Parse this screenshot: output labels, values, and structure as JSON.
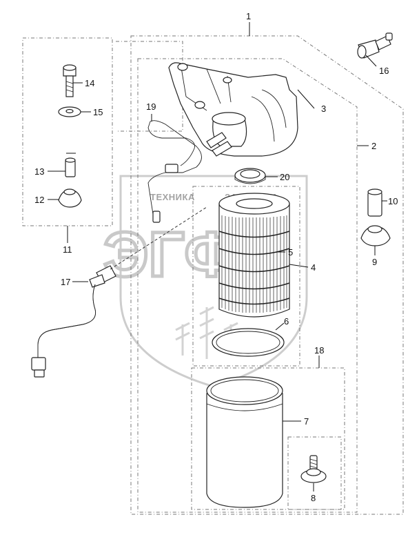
{
  "watermark": {
    "left_text": "ТЕХНИКА",
    "right_text": "ЗАПЧАСТИ",
    "big_letters": "ЭГФ"
  },
  "callouts": {
    "c1": "1",
    "c2": "2",
    "c3": "3",
    "c4": "4",
    "c5": "5",
    "c6": "6",
    "c7": "7",
    "c8": "8",
    "c9": "9",
    "c10": "10",
    "c11": "11",
    "c12": "12",
    "c13": "13",
    "c14": "14",
    "c15": "15",
    "c16": "16",
    "c17": "17",
    "c18": "18",
    "c19": "19",
    "c20": "20"
  },
  "colors": {
    "line": "#222222",
    "frame": "#777777",
    "watermark": "#c4c4c4"
  }
}
